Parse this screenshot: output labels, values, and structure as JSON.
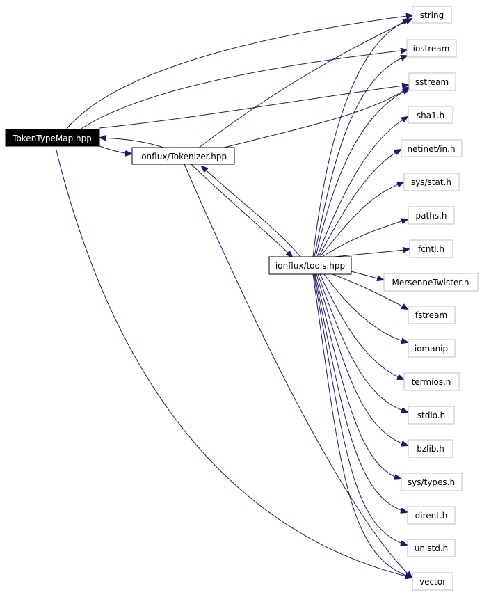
{
  "nodes": {
    "main": "TokenTypeMap.hpp",
    "tokenizer": "ionflux/Tokenizer.hpp",
    "tools": "ionflux/tools.hpp",
    "string": "string",
    "iostream": "iostream",
    "sstream": "sstream",
    "sha1": "sha1.h",
    "netinet": "netinet/in.h",
    "sysstat": "sys/stat.h",
    "paths": "paths.h",
    "fcntl": "fcntl.h",
    "mersenne": "MersenneTwister.h",
    "fstream": "fstream",
    "iomanip": "iomanip",
    "termios": "termios.h",
    "stdio": "stdio.h",
    "bzlib": "bzlib.h",
    "systypes": "sys/types.h",
    "dirent": "dirent.h",
    "unistd": "unistd.h",
    "vector": "vector"
  },
  "colors": {
    "edge": "#191970",
    "main_fill": "#000000",
    "main_text": "#ffffff",
    "external_border": "#bfbfbf",
    "node_border": "#000000"
  }
}
